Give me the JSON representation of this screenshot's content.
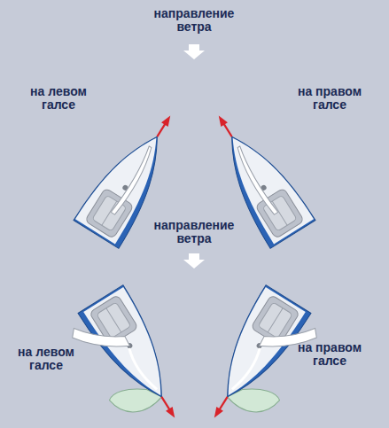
{
  "diagram": {
    "labels": [
      "направление ветра",
      "на левом галсе",
      "на правом галсе",
      "направление ветра",
      "на левом галсе",
      "на правом галсе"
    ]
  }
}
